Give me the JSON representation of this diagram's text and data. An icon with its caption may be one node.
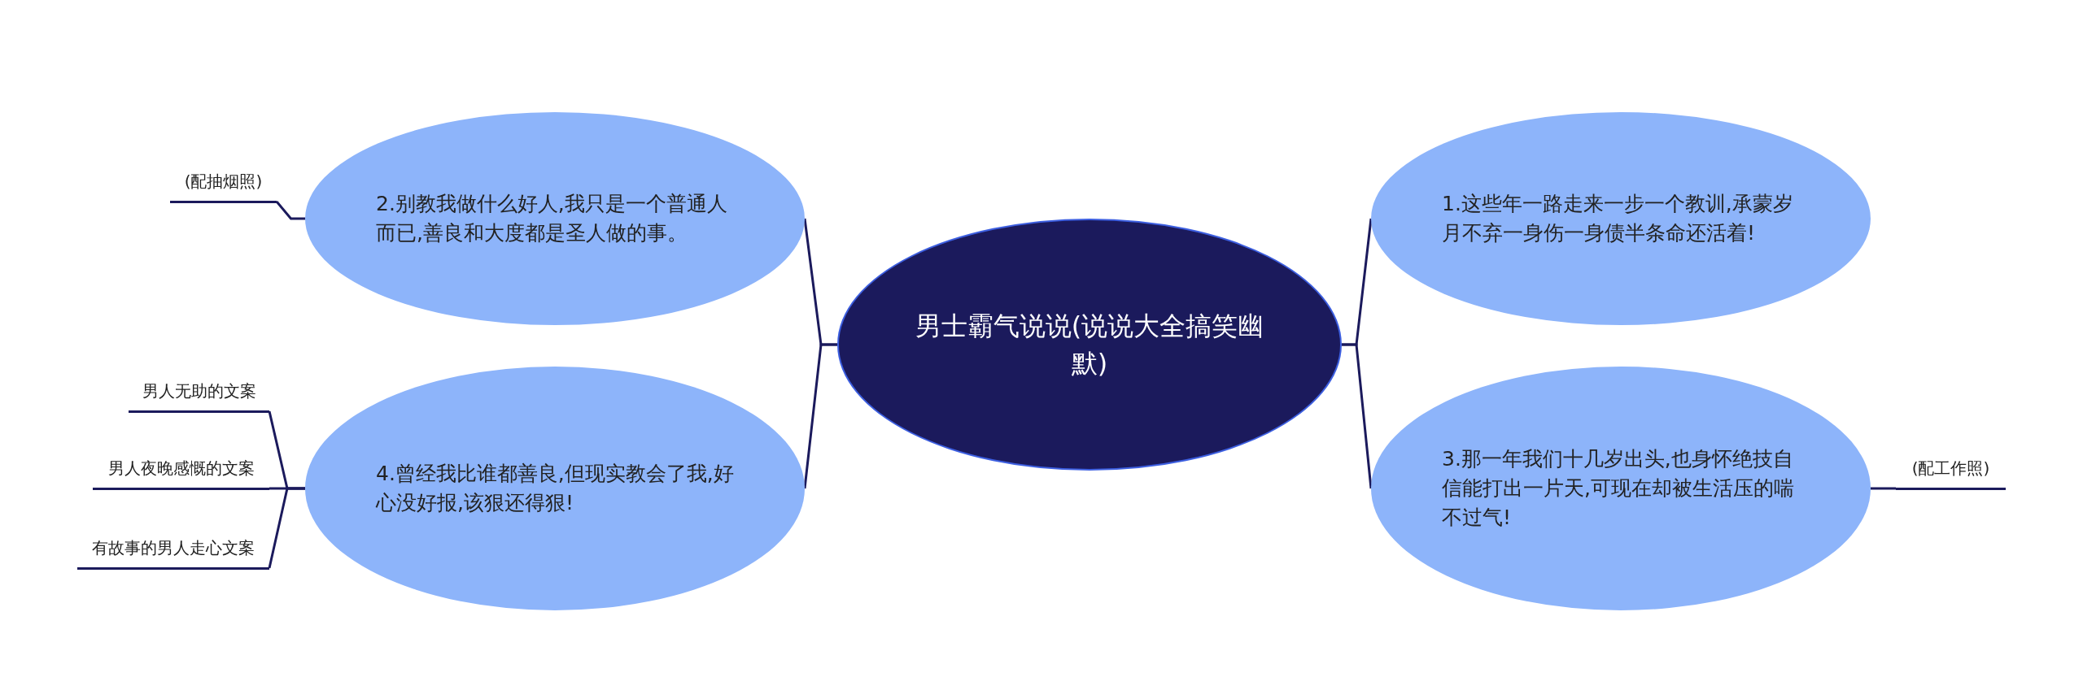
{
  "diagram": {
    "nodes": [
      {
        "text": [
          "男士霸气说说(说说大全搞笑幽默)"
        ]
      },
      {
        "text": [
          "1.这些年一路走来一步一个教训,承蒙岁月不弃一身伤一身债半条命还活着!"
        ]
      },
      {
        "text": [
          "2.别教我做什么好人,我只是一个普通人而已,善良和大度都是圣人做的事。"
        ]
      },
      {
        "text": [
          "3.那一年我们十几岁出头,也身怀绝技自信能打出一片天,可现在却被生活压的喘不过气!"
        ]
      },
      {
        "text": [
          "4.曾经我比谁都善良,但现实教会了我,好心没好报,该狠还得狠!"
        ]
      },
      {
        "text": [
          "(配抽烟照)"
        ]
      },
      {
        "text": [
          "男人无助的文案"
        ]
      },
      {
        "text": [
          "男人夜晚感慨的文案"
        ]
      },
      {
        "text": [
          "有故事的男人走心文案"
        ]
      },
      {
        "text": [
          "(配工作照)"
        ]
      }
    ],
    "edges": [
      {
        "from": 0,
        "to": 1,
        "arrow": "none"
      },
      {
        "from": 0,
        "to": 2,
        "arrow": "none"
      },
      {
        "from": 0,
        "to": 3,
        "arrow": "none"
      },
      {
        "from": 0,
        "to": 4,
        "arrow": "none"
      },
      {
        "from": 2,
        "to": 5,
        "arrow": "none"
      },
      {
        "from": 4,
        "to": 6,
        "arrow": "none"
      },
      {
        "from": 4,
        "to": 7,
        "arrow": "none"
      },
      {
        "from": 4,
        "to": 8,
        "arrow": "none"
      },
      {
        "from": 3,
        "to": 9,
        "arrow": "none"
      }
    ]
  }
}
